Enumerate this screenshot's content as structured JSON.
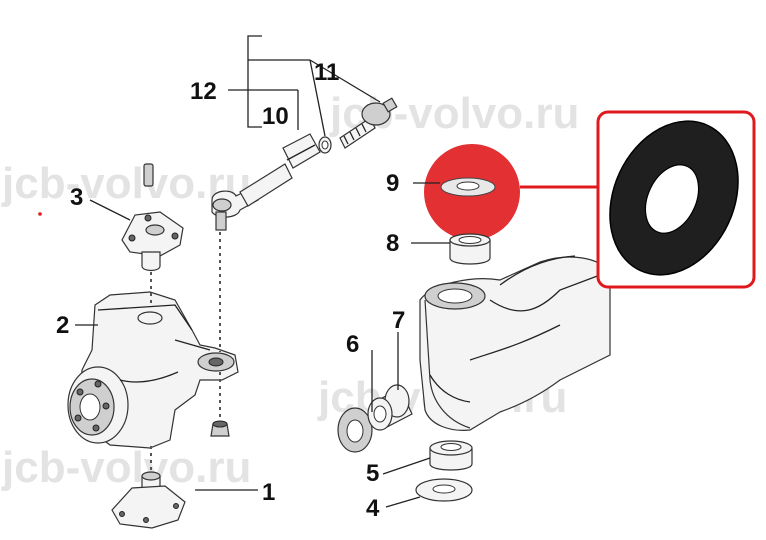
{
  "watermark": "jcb-volvo.ru",
  "highlight_color": "#e0191d",
  "part_numbers": {
    "p1": "1",
    "p2": "2",
    "p3": "3",
    "p4": "4",
    "p5": "5",
    "p6": "6",
    "p7": "7",
    "p8": "8",
    "p9": "9",
    "p10": "10",
    "p11": "11",
    "p12": "12"
  }
}
